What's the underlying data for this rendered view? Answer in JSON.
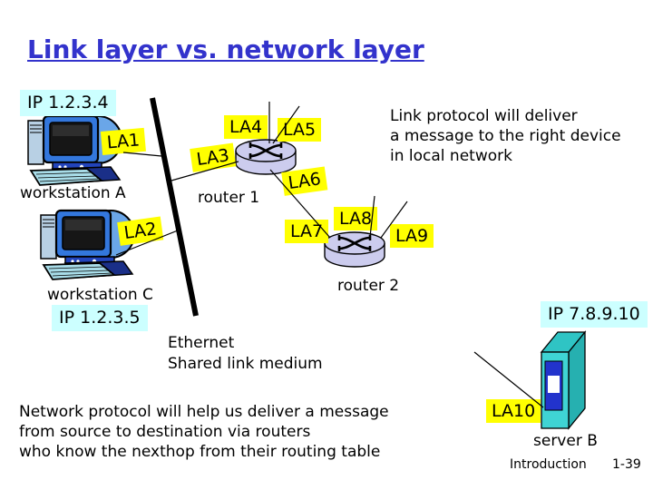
{
  "title": "Link layer vs. network layer",
  "notes": {
    "link": [
      "Link protocol will deliver",
      "a message to the right device",
      "in local network"
    ],
    "ethernet": [
      "Ethernet",
      "Shared link medium"
    ],
    "network": [
      "Network protocol will help us deliver a message",
      "from source to destination via routers",
      "who know the nexthop from their routing table"
    ]
  },
  "nodes": {
    "workstation_a": {
      "name": "workstation A",
      "ip": "IP 1.2.3.4"
    },
    "workstation_c": {
      "name": "workstation C",
      "ip": "IP 1.2.3.5"
    },
    "router1": {
      "name": "router 1"
    },
    "router2": {
      "name": "router 2"
    },
    "server_b": {
      "name": "server B",
      "ip": "IP 7.8.9.10"
    }
  },
  "link_labels": {
    "la1": "LA1",
    "la2": "LA2",
    "la3": "LA3",
    "la4": "LA4",
    "la5": "LA5",
    "la6": "LA6",
    "la7": "LA7",
    "la8": "LA8",
    "la9": "LA9",
    "la10": "LA10"
  },
  "footer": {
    "section": "Introduction",
    "page": "1-39"
  },
  "colors": {
    "title_blue": "#3333cc",
    "label_yellow": "#ffff00",
    "label_cyan": "#ccffff",
    "router_fill": "#ccccee",
    "server_teal": "#3fd4d4",
    "line_black": "#000000"
  }
}
